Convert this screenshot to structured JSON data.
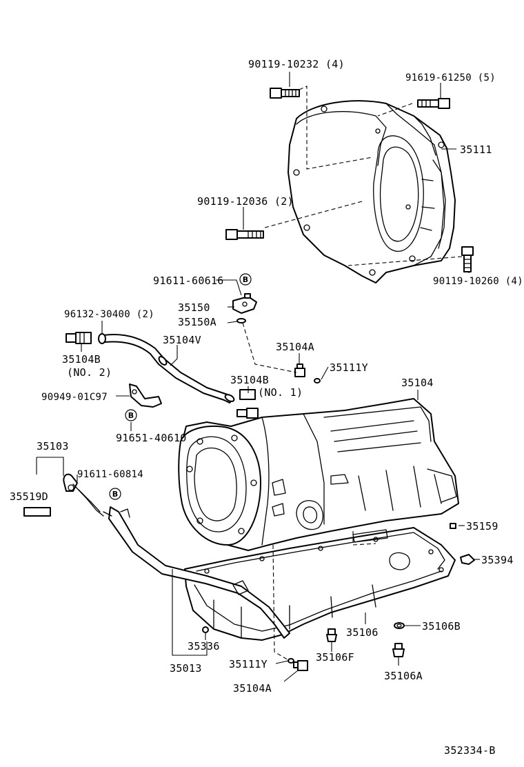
{
  "labels": {
    "l_9011910232": "90119-10232 (4)",
    "l_9161961250": "91619-61250 (5)",
    "l_35111": "35111",
    "l_9011912036": "90119-12036 (2)",
    "l_9011910260": "90119-10260 (4)",
    "l_9161160616": "91611-60616",
    "l_35150": "35150",
    "l_35150A": "35150A",
    "l_9613230400": "96132-30400 (2)",
    "l_35104V": "35104V",
    "l_35104A_top": "35104A",
    "l_35111Y_top": "35111Y",
    "l_35104B_no2": "35104B",
    "l_no2": "(NO. 2)",
    "l_35104B_no1": "35104B",
    "l_no1": "(NO. 1)",
    "l_35104": "35104",
    "l_909490C97": "90949-01C97",
    "l_9165140610": "91651-40610",
    "l_35103": "35103",
    "l_35519D": "35519D",
    "l_9161160814": "91611-60814",
    "l_35159": "35159",
    "l_35394": "35394",
    "l_35336": "35336",
    "l_35106": "35106",
    "l_35106B": "35106B",
    "l_35013": "35013",
    "l_35111Y_bot": "35111Y",
    "l_35106F": "35106F",
    "l_35106A": "35106A",
    "l_35104A_bot": "35104A",
    "ref_code": "352334-B"
  },
  "badges": {
    "b1": "B",
    "b2": "B",
    "b3": "B"
  }
}
